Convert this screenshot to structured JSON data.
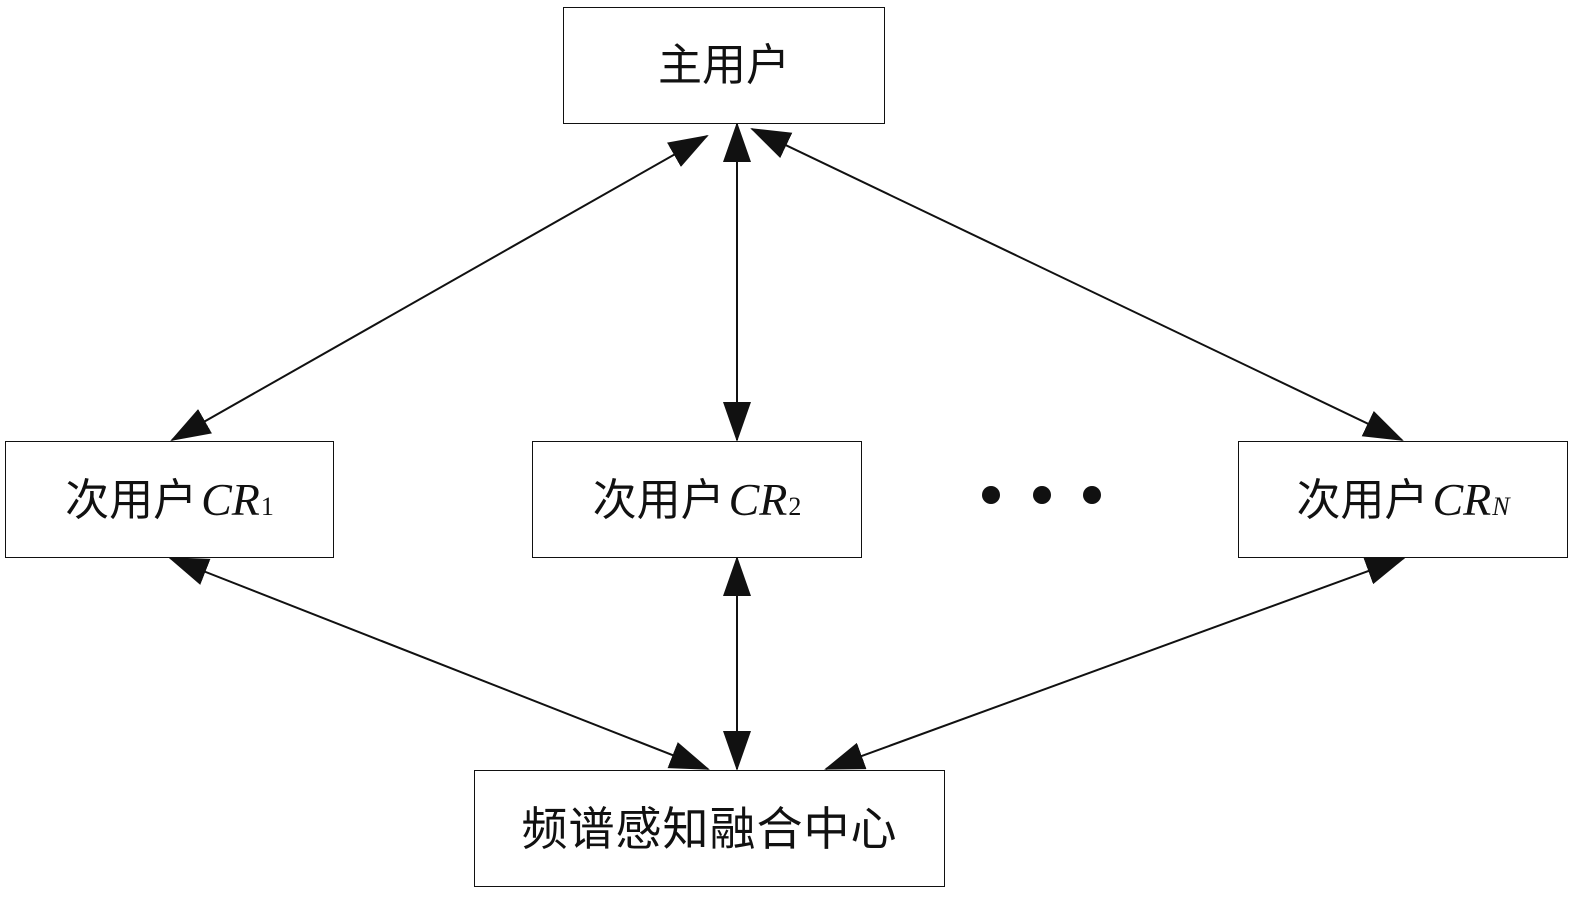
{
  "nodes": {
    "primary_user": "主用户",
    "secondary_users": [
      {
        "prefix": "次用户",
        "id": "CR",
        "sub": "1"
      },
      {
        "prefix": "次用户",
        "id": "CR",
        "sub": "2"
      },
      {
        "prefix": "次用户",
        "id": "CR",
        "sub": "N"
      }
    ],
    "fusion_center": "频谱感知融合中心"
  },
  "ellipsis": "• • •",
  "edges": [
    {
      "from": "主用户",
      "to": "次用户CR1",
      "direction": "bidirectional"
    },
    {
      "from": "主用户",
      "to": "次用户CR2",
      "direction": "bidirectional"
    },
    {
      "from": "主用户",
      "to": "次用户CRN",
      "direction": "bidirectional"
    },
    {
      "from": "次用户CR1",
      "to": "频谱感知融合中心",
      "direction": "bidirectional"
    },
    {
      "from": "次用户CR2",
      "to": "频谱感知融合中心",
      "direction": "bidirectional"
    },
    {
      "from": "次用户CRN",
      "to": "频谱感知融合中心",
      "direction": "bidirectional"
    }
  ],
  "colors": {
    "stroke": "#111111",
    "background": "#ffffff"
  }
}
